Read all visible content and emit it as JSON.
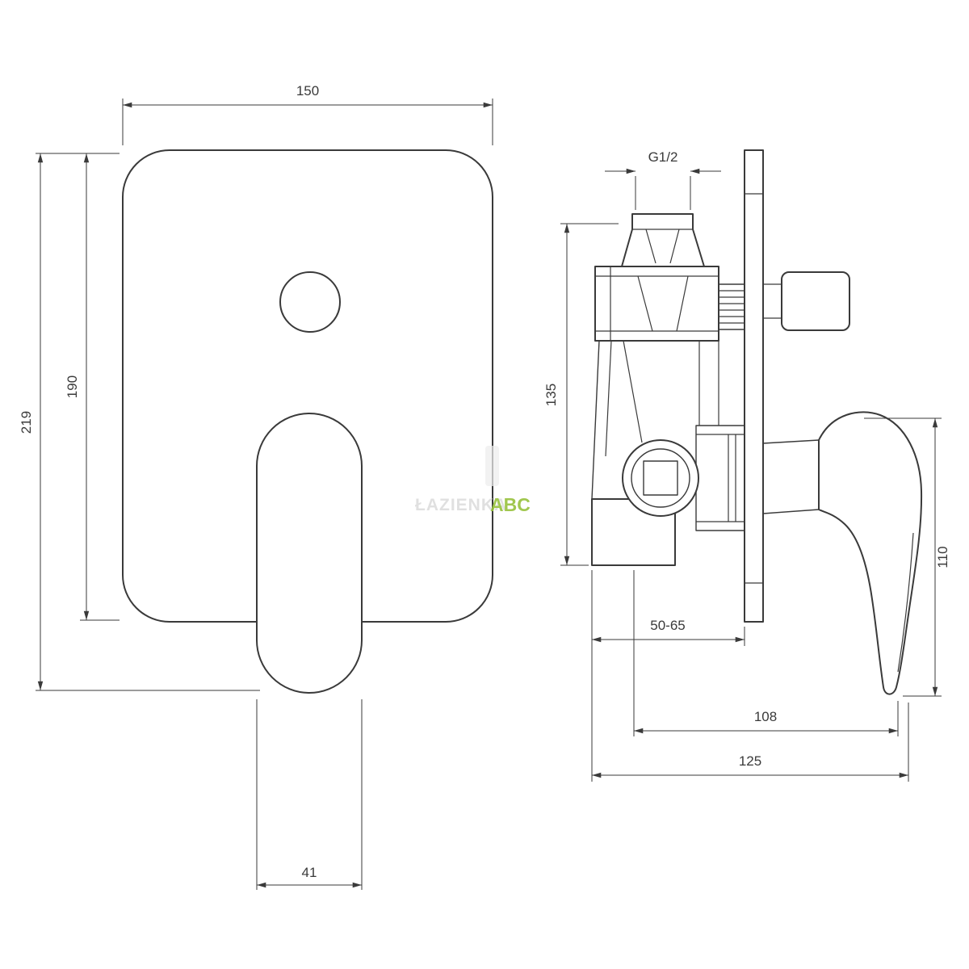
{
  "drawing": {
    "type": "technical-dimension-drawing",
    "subject": "concealed bath-shower mixer valve, front and side views",
    "line_color": "#3a3a3a",
    "views": {
      "front": {
        "name": "front view",
        "dims": {
          "plate_width": "150",
          "overall_height": "219",
          "plate_height": "190",
          "handle_width": "41"
        }
      },
      "side": {
        "name": "side view",
        "dims": {
          "thread": "G1/2",
          "body_height": "135",
          "installation_depth": "50-65",
          "depth_to_handle": "108",
          "overall_depth": "125",
          "handle_height": "110"
        }
      }
    },
    "watermark": {
      "gray_text": "ŁAZIENKA",
      "green_text": "ABC",
      "green_color": "#97c23c",
      "gray_color": "#dddddd"
    }
  }
}
